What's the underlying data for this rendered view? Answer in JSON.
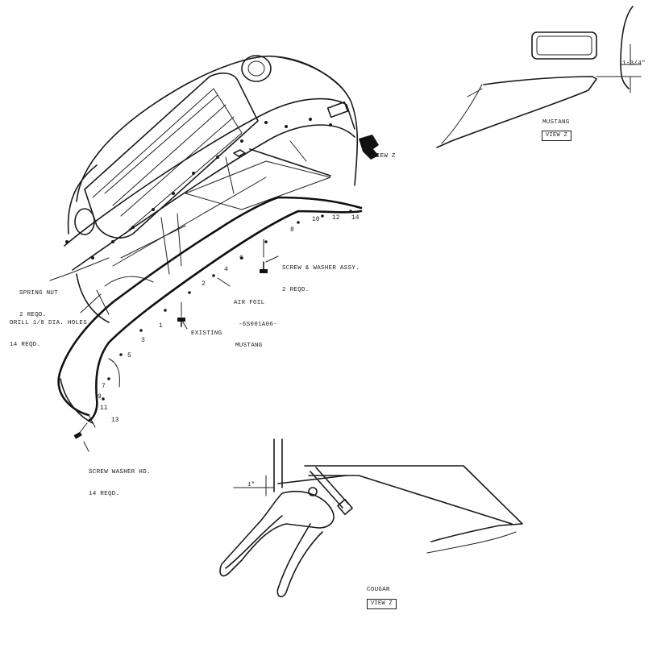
{
  "main_view": {
    "callouts": {
      "spring_nut": [
        "SPRING NUT",
        "2 REQD."
      ],
      "drill": [
        "DRILL 1/8 DIA. HOLES",
        "14 REQD."
      ],
      "screw_washer_assy": [
        "SCREW & WASHER ASSY.",
        "2 REQD."
      ],
      "air_foil": [
        "AIR FOIL",
        "-6S001A06-"
      ],
      "existing": "EXISTING",
      "view_z_pointer": "VIEW Z",
      "screw_washer_hd": [
        "SCREW WASHER HD.",
        "14 REQD."
      ]
    },
    "caption": "MUSTANG",
    "hole_numbers": [
      "1",
      "2",
      "3",
      "4",
      "5",
      "6",
      "7",
      "8",
      "9",
      "10",
      "11",
      "12",
      "13",
      "14"
    ]
  },
  "view_z_mustang": {
    "dimension": "1-3/4\"",
    "caption": "MUSTANG",
    "view_label": "VIEW Z"
  },
  "view_z_cougar": {
    "dimension": "1\"",
    "caption": "COUGAR",
    "view_label": "VIEW Z"
  }
}
